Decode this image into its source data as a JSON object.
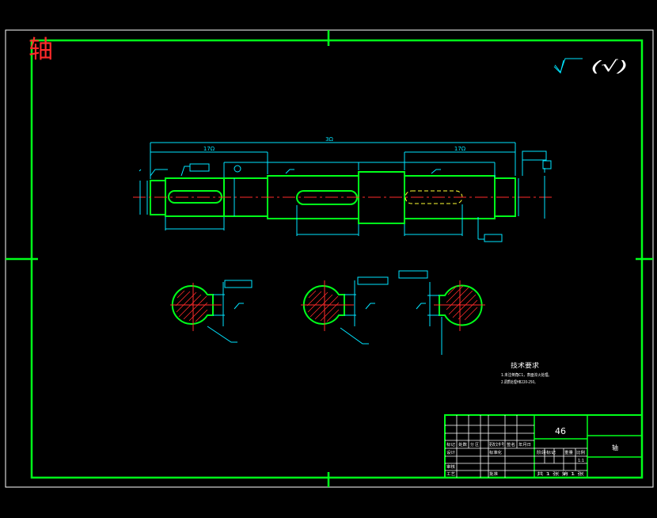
{
  "title_mark": "轴",
  "roughness_note": "(√)",
  "colors": {
    "outline": "#00ff1a",
    "dimension": "#00e5ff",
    "center": "#ff2a2a",
    "hatch": "#ff2a2a",
    "text": "#ffffff",
    "hidden": "#ffff33",
    "background": "#000000"
  },
  "dimensions": {
    "overall": "3Ω",
    "seg1": "17Ω",
    "seg4": "17Ω"
  },
  "tech_req": {
    "heading": "技术要求",
    "line1": "1.未注倒角C1，表面淬火处理。",
    "line2": "2.调质处理HB220-250。"
  },
  "title_block": {
    "material": "46",
    "part_name": "轴",
    "header_cells": [
      "标记",
      "处数",
      "分 区",
      "更改文件号",
      "签名",
      "年月日"
    ],
    "design": "设计",
    "standardize": "标准化",
    "review": "审核",
    "process": "工艺",
    "approve": "批准",
    "stage_mark": "阶段标记",
    "weight": "重量",
    "scale": "比例",
    "scale_value": "1:1",
    "sheets": "共 1 张  第 1 张"
  }
}
